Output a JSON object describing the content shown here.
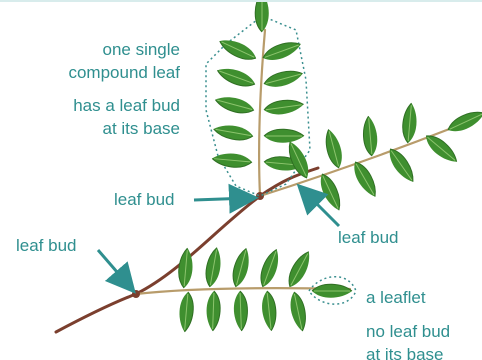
{
  "labels": {
    "compound_leaf_line1": "one single",
    "compound_leaf_line2": "compound leaf",
    "base_bud_line1": "has a leaf bud",
    "base_bud_line2": "at its base",
    "leaf_bud_center": "leaf bud",
    "leaf_bud_left": "leaf bud",
    "leaf_bud_right": "leaf bud",
    "leaflet": "a leaflet",
    "no_bud_line1": "no leaf bud",
    "no_bud_line2": "at its base"
  },
  "colors": {
    "label_text": "#2f8f8f",
    "arrow": "#2f8f8f",
    "stem": "#7b3f2e",
    "rachis": "#b89c6b",
    "leaf_fill": "#3f8f2f",
    "leaf_dark": "#2f6f23",
    "leaf_vein": "#8cc46d",
    "dotted_outline": "#3a8f8f"
  },
  "icons": {
    "arrow": "arrow-icon",
    "leaf": "leaflet-icon"
  }
}
